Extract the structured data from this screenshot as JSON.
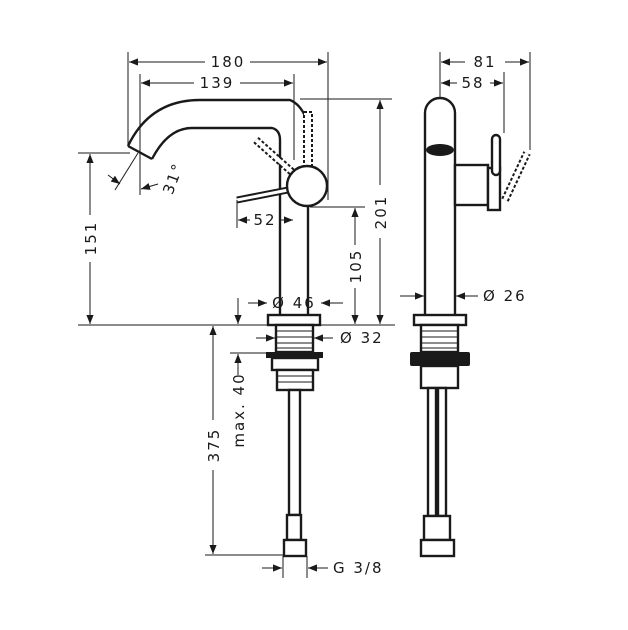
{
  "title": "Basin mixer technical drawing",
  "dimensions": {
    "width_total": "180",
    "spout_reach": "139",
    "height_total": "201",
    "spout_height": "151",
    "angle": "31°",
    "lever_reach": "52",
    "handle_height": "105",
    "base_diameter": "Ø 46",
    "shank_diameter": "Ø 32",
    "hose_length": "375",
    "max_thickness": "max. 40",
    "connection": "G 3/8",
    "side_depth_total": "81",
    "side_depth_handle": "58",
    "tube_diameter": "Ø 26"
  }
}
